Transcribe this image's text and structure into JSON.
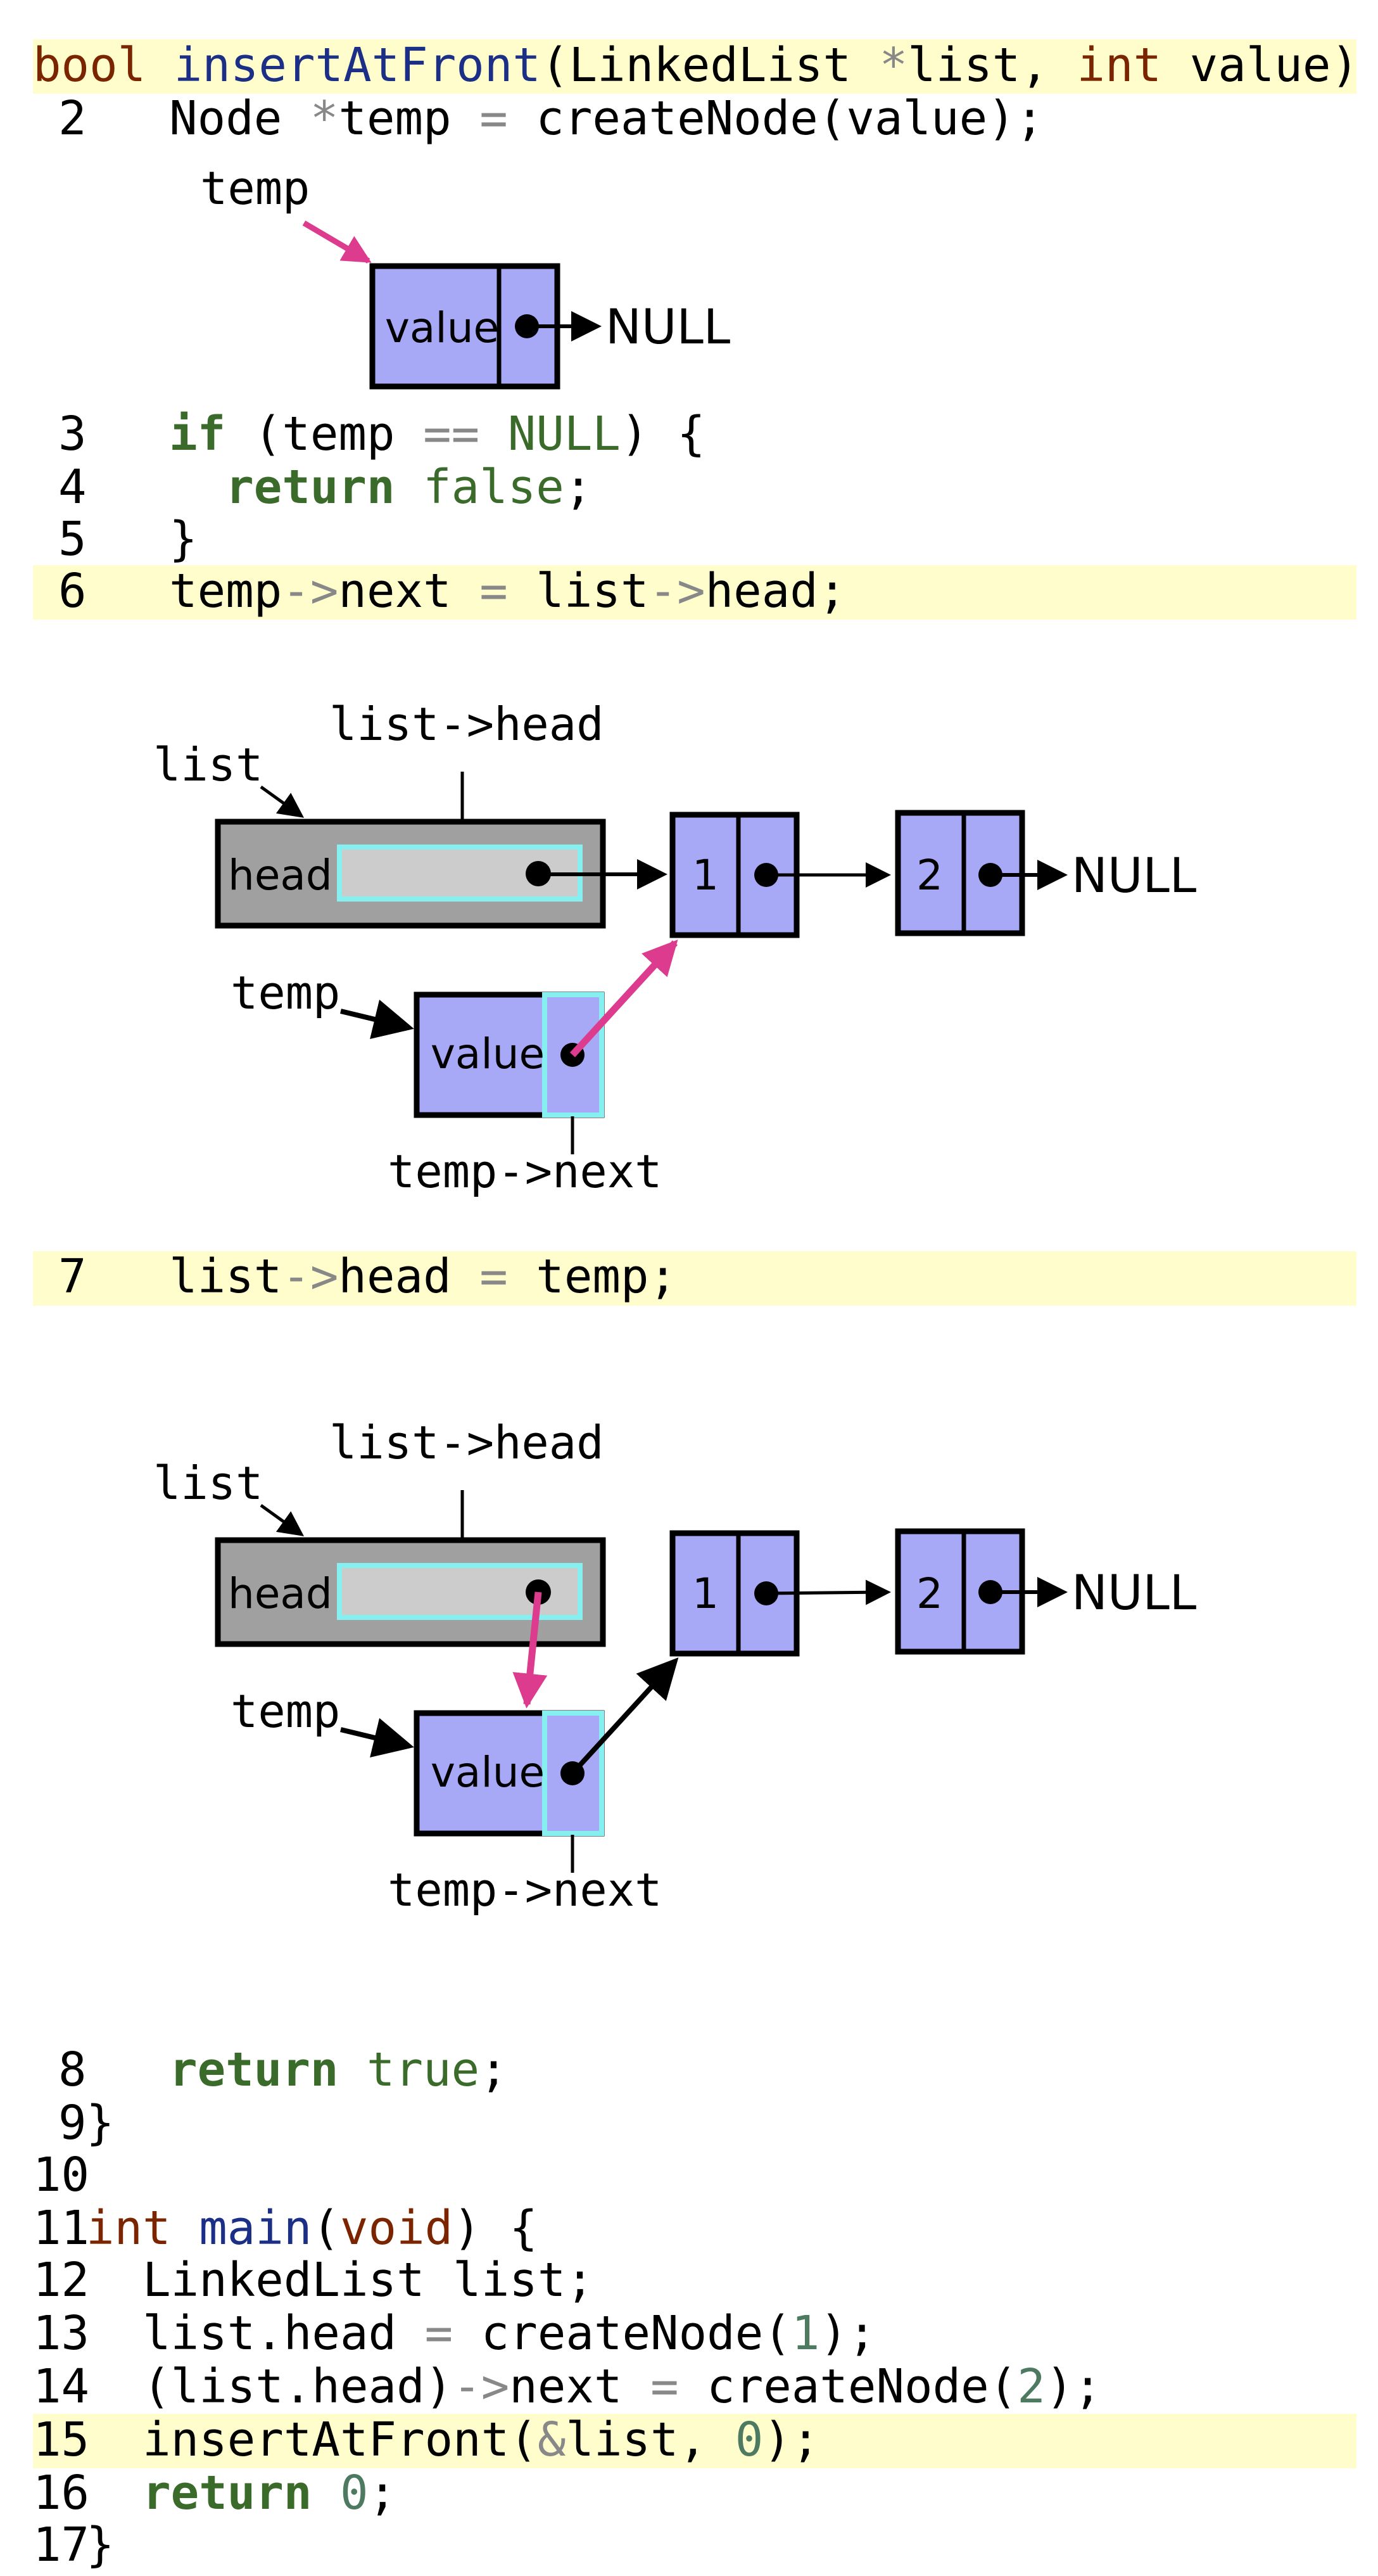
{
  "colors": {
    "highlight": "#fffdcc",
    "type_keyword": "#7b2500",
    "function_name": "#1b2f86",
    "control_keyword": "#3a6b2a",
    "literal": "#3a6b2a",
    "number": "#4e7a62",
    "operator": "#888888",
    "text": "#000000",
    "node_fill": "#a7a9f7",
    "head_fill": "#a0a0a0",
    "head_inner_fill": "#cccccc",
    "cyan_outline": "#86f0f0",
    "magenta_arrow": "#dd3b8d"
  },
  "code_lines": [
    {
      "num": "",
      "tokens": [
        {
          "t": "bool",
          "k": "type"
        },
        {
          "t": " "
        },
        {
          "t": "insertAtFront",
          "k": "fn"
        },
        {
          "t": "(LinkedList "
        },
        {
          "t": "*",
          "k": "op"
        },
        {
          "t": "list, "
        },
        {
          "t": "int",
          "k": "type"
        },
        {
          "t": " value) {"
        }
      ]
    },
    {
      "num": "2",
      "tokens": [
        {
          "t": "  Node "
        },
        {
          "t": "*",
          "k": "op"
        },
        {
          "t": "temp "
        },
        {
          "t": "=",
          "k": "op"
        },
        {
          "t": " createNode(value);"
        }
      ]
    },
    {
      "num": "3",
      "tokens": [
        {
          "t": "  "
        },
        {
          "t": "if",
          "k": "kw"
        },
        {
          "t": " (temp "
        },
        {
          "t": "==",
          "k": "op"
        },
        {
          "t": " "
        },
        {
          "t": "NULL",
          "k": "lit"
        },
        {
          "t": ") {"
        }
      ]
    },
    {
      "num": "4",
      "tokens": [
        {
          "t": "    "
        },
        {
          "t": "return",
          "k": "kw"
        },
        {
          "t": " "
        },
        {
          "t": "false",
          "k": "lit"
        },
        {
          "t": ";"
        }
      ]
    },
    {
      "num": "5",
      "tokens": [
        {
          "t": "  }"
        }
      ]
    },
    {
      "num": "6",
      "tokens": [
        {
          "t": "  temp"
        },
        {
          "t": "->",
          "k": "op"
        },
        {
          "t": "next "
        },
        {
          "t": "=",
          "k": "op"
        },
        {
          "t": " list"
        },
        {
          "t": "->",
          "k": "op"
        },
        {
          "t": "head;"
        }
      ]
    },
    {
      "num": "7",
      "tokens": [
        {
          "t": "  list"
        },
        {
          "t": "->",
          "k": "op"
        },
        {
          "t": "head "
        },
        {
          "t": "=",
          "k": "op"
        },
        {
          "t": " temp;"
        }
      ]
    },
    {
      "num": "8",
      "tokens": [
        {
          "t": "  "
        },
        {
          "t": "return",
          "k": "kw"
        },
        {
          "t": " "
        },
        {
          "t": "true",
          "k": "lit"
        },
        {
          "t": ";"
        }
      ]
    },
    {
      "num": "9",
      "tokens": [
        {
          "t": "}"
        }
      ]
    },
    {
      "num": "10",
      "tokens": []
    },
    {
      "num": "11",
      "tokens": [
        {
          "t": "int",
          "k": "type"
        },
        {
          "t": " "
        },
        {
          "t": "main",
          "k": "fn"
        },
        {
          "t": "("
        },
        {
          "t": "void",
          "k": "type"
        },
        {
          "t": ") {"
        }
      ]
    },
    {
      "num": "12",
      "tokens": [
        {
          "t": "  LinkedList list;"
        }
      ]
    },
    {
      "num": "13",
      "tokens": [
        {
          "t": "  list.head "
        },
        {
          "t": "=",
          "k": "op"
        },
        {
          "t": " createNode("
        },
        {
          "t": "1",
          "k": "num"
        },
        {
          "t": ");"
        }
      ]
    },
    {
      "num": "14",
      "tokens": [
        {
          "t": "  (list.head)"
        },
        {
          "t": "->",
          "k": "op"
        },
        {
          "t": "next "
        },
        {
          "t": "=",
          "k": "op"
        },
        {
          "t": " createNode("
        },
        {
          "t": "2",
          "k": "num"
        },
        {
          "t": ");"
        }
      ]
    },
    {
      "num": "15",
      "tokens": [
        {
          "t": "  insertAtFront("
        },
        {
          "t": "&",
          "k": "op"
        },
        {
          "t": "list, "
        },
        {
          "t": "0",
          "k": "num"
        },
        {
          "t": ");"
        }
      ]
    },
    {
      "num": "16",
      "tokens": [
        {
          "t": "  "
        },
        {
          "t": "return",
          "k": "kw"
        },
        {
          "t": " "
        },
        {
          "t": "0",
          "k": "num"
        },
        {
          "t": ";"
        }
      ]
    },
    {
      "num": "17",
      "tokens": [
        {
          "t": "}"
        }
      ]
    }
  ],
  "highlighted_lines": [
    0,
    5,
    6,
    14
  ],
  "diagram1": {
    "temp_label": "temp",
    "node_value": "value",
    "null_label": "NULL"
  },
  "diagram2": {
    "list_label": "list",
    "list_head_label": "list->head",
    "head_label": "head",
    "node1_value": "1",
    "node2_value": "2",
    "null_label": "NULL",
    "temp_label": "temp",
    "temp_node_value": "value",
    "temp_next_label": "temp->next"
  },
  "diagram3": {
    "list_label": "list",
    "list_head_label": "list->head",
    "head_label": "head",
    "node1_value": "1",
    "node2_value": "2",
    "null_label": "NULL",
    "temp_label": "temp",
    "temp_node_value": "value",
    "temp_next_label": "temp->next"
  }
}
